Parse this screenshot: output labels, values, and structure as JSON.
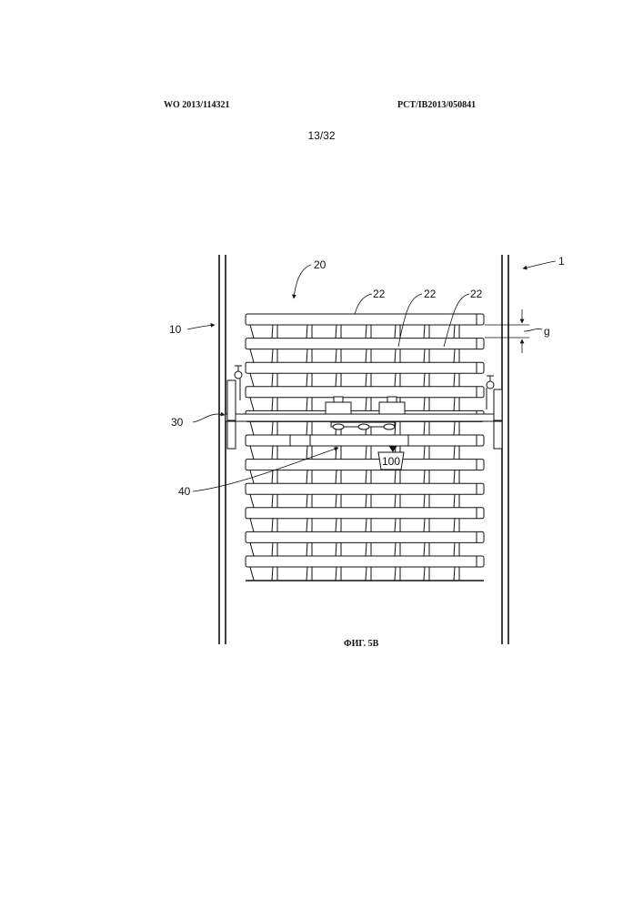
{
  "header": {
    "publication_number": "WO 2013/114321",
    "application_number": "PCT/IB2013/050841",
    "sheet": "13/32"
  },
  "figure": {
    "caption": "ФИГ. 5B",
    "reference_labels": {
      "device": "1",
      "wall": "10",
      "rack": "20",
      "bar_a": "22",
      "bar_b": "22",
      "bar_c": "22",
      "gap": "g",
      "carriage": "30",
      "arm": "40",
      "item": "100"
    },
    "bar_count": 11
  }
}
